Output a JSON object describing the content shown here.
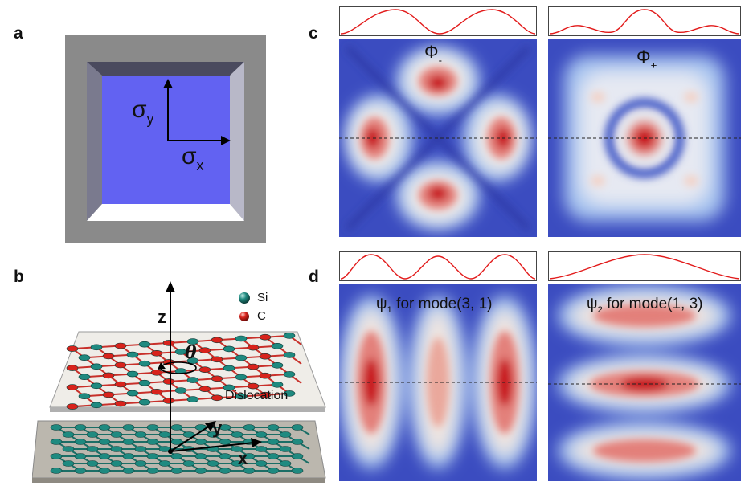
{
  "panels": {
    "a": "a",
    "b": "b",
    "c": "c",
    "d": "d"
  },
  "panel_a": {
    "sigma_symbol": "σ",
    "y_sub": "y",
    "x_sub": "x",
    "colors": {
      "frame": "#8a8a8a",
      "membrane": "#6262f2",
      "top_wall": "#4a4a5e",
      "left_wall": "#7a7a8e",
      "right_wall": "#b8b8c8",
      "bottom_wall": "#ffffff"
    }
  },
  "panel_b": {
    "z_label": "z",
    "y_label": "y",
    "x_label": "x",
    "theta": "θ",
    "dislocation": "Dislocation",
    "legend": [
      {
        "label": "Si",
        "color": "#1f8a80"
      },
      {
        "label": "C",
        "color": "#d8231c"
      }
    ]
  },
  "panel_c": {
    "left_symbol": "Φ",
    "left_sub": "-",
    "right_symbol": "Φ",
    "right_sub": "+"
  },
  "panel_d": {
    "left_symbol": "ψ",
    "left_sub": "1",
    "left_text": " for mode(3, 1)",
    "right_symbol": "ψ",
    "right_sub": "2",
    "right_text": " for mode(1, 3)"
  },
  "colormap": {
    "low": "#3b4cc0",
    "mid": "#f5f0ec",
    "high": "#d0111f"
  }
}
